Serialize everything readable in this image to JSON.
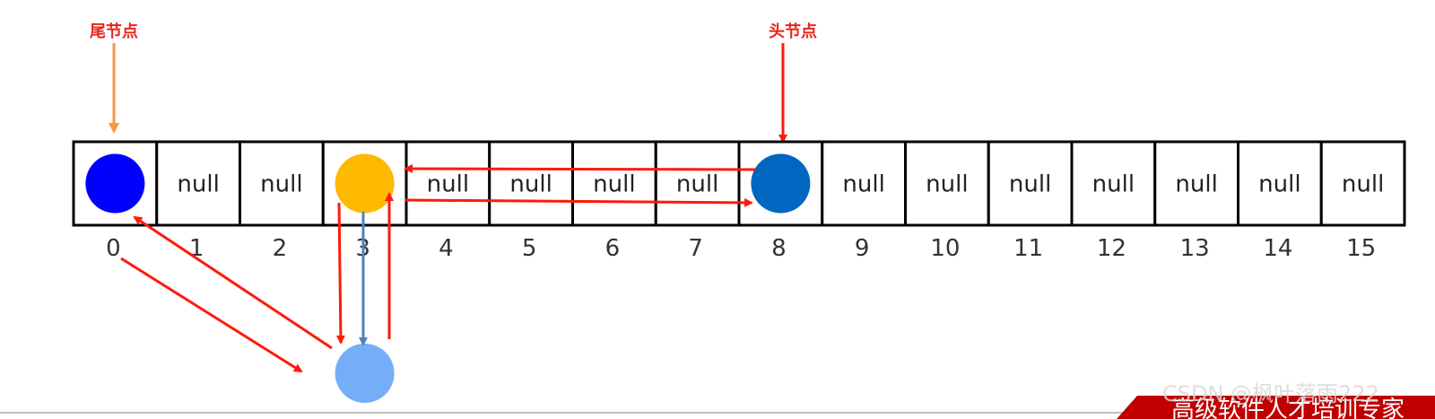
{
  "labels": {
    "tail": "尾节点",
    "head": "头节点"
  },
  "array": {
    "cells": [
      "",
      "null",
      "null",
      "",
      "null",
      "null",
      "null",
      "null",
      "",
      "null",
      "null",
      "null",
      "null",
      "null",
      "null",
      "null"
    ],
    "indices": [
      "0",
      "1",
      "2",
      "3",
      "4",
      "5",
      "6",
      "7",
      "8",
      "9",
      "10",
      "11",
      "12",
      "13",
      "14",
      "15"
    ]
  },
  "nodes": [
    {
      "name": "tail-node",
      "slot": 0,
      "color": "#0000ff"
    },
    {
      "name": "linked-node",
      "slot": 3,
      "color": "#ffb900"
    },
    {
      "name": "head-node",
      "slot": 8,
      "color": "#0066c0"
    },
    {
      "name": "new-node",
      "slot": 3,
      "below": true,
      "color": "#76adf8"
    }
  ],
  "colors": {
    "link_arrow": "#ff1a0a",
    "tail_pointer_arrow": "#f79646",
    "head_pointer_arrow": "#ff1a0a",
    "down_arrow": "#4f81bd",
    "banner": "#c00000"
  },
  "watermark": {
    "banner_text": "高级软件人才培训专家",
    "csdn_text": "CSDN @枫叶落雨222"
  }
}
